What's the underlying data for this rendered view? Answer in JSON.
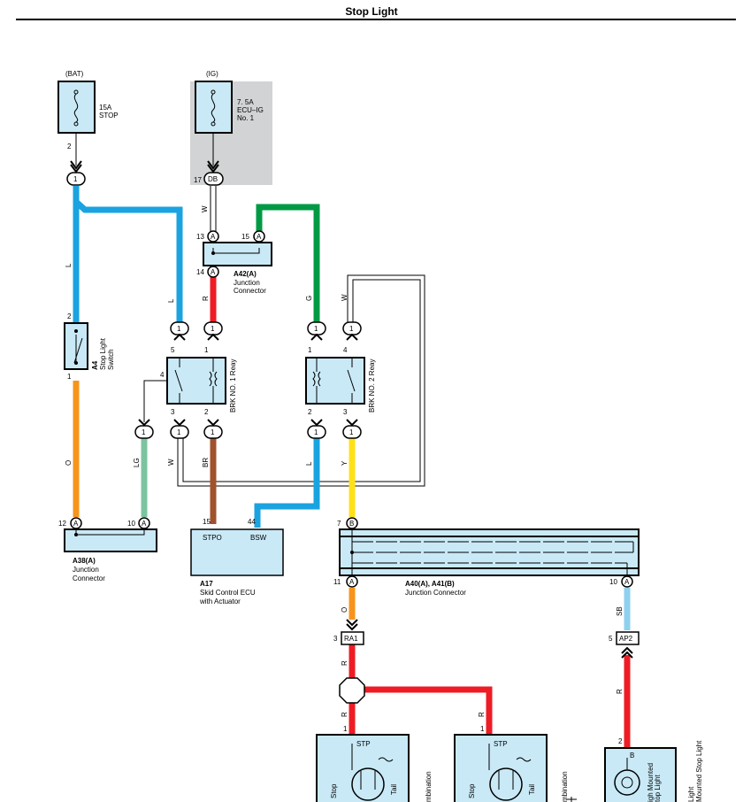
{
  "title": "Stop Light",
  "colors": {
    "L": "#1aa3e0",
    "R": "#ee1c24",
    "G": "#009a44",
    "O": "#f7941d",
    "LG": "#7cc4a0",
    "BR": "#a0522d",
    "Y": "#ffe11a",
    "SB": "#8fd0ef",
    "component_fill": "#c9e9f6",
    "shade": "#d1d3d4"
  },
  "labels": {
    "bat": "(BAT)",
    "ig": "(IG)",
    "fuse_stop_amp": "15A",
    "fuse_stop_name": "STOP",
    "fuse_ecu_amp": "7. 5A",
    "fuse_ecu_name1": "ECU–IG",
    "fuse_ecu_name2": "No. 1",
    "pin_2": "2",
    "pin_17": "17",
    "db": "DB",
    "one": "1",
    "w": "W",
    "l": "L",
    "r": "R",
    "g": "G",
    "o": "O",
    "lg": "LG",
    "br": "BR",
    "y": "Y",
    "sb": "SB",
    "a": "A",
    "b": "B",
    "pin_13": "13",
    "pin_15": "15",
    "pin_14": "14",
    "pin_5": "5",
    "pin_4": "4",
    "pin_3": "3",
    "pin_1": "1",
    "pin_12": "12",
    "pin_10": "10",
    "pin_44": "44",
    "pin_7": "7",
    "pin_11": "11",
    "a42_code": "A42(A)",
    "a42_name1": "Junction",
    "a42_name2": "Connector",
    "a4_code": "A4",
    "a4_name1": "Stop Light",
    "a4_name2": "Switch",
    "relay1": "BRK NO. 1 Reay",
    "relay2": "BRK NO. 2 Reay",
    "a38_code": "A38(A)",
    "a38_name1": "Junction",
    "a38_name2": "Connector",
    "stpo": "STPO",
    "bsw": "BSW",
    "a17_code": "A17",
    "a17_name1": "Skid Control ECU",
    "a17_name2": "with Actuator",
    "a40_code": "A40(A), A41(B)",
    "a40_name": "Junction Connector",
    "ra1": "RA1",
    "ap2": "AP2",
    "stp": "STP",
    "stop": "Stop",
    "tail": "Tail",
    "combination": "mbination",
    "hm1": "igh Mounted",
    "hm2": "top Light",
    "hm3": "Light",
    "hm4": "Mounted Stop Light"
  }
}
